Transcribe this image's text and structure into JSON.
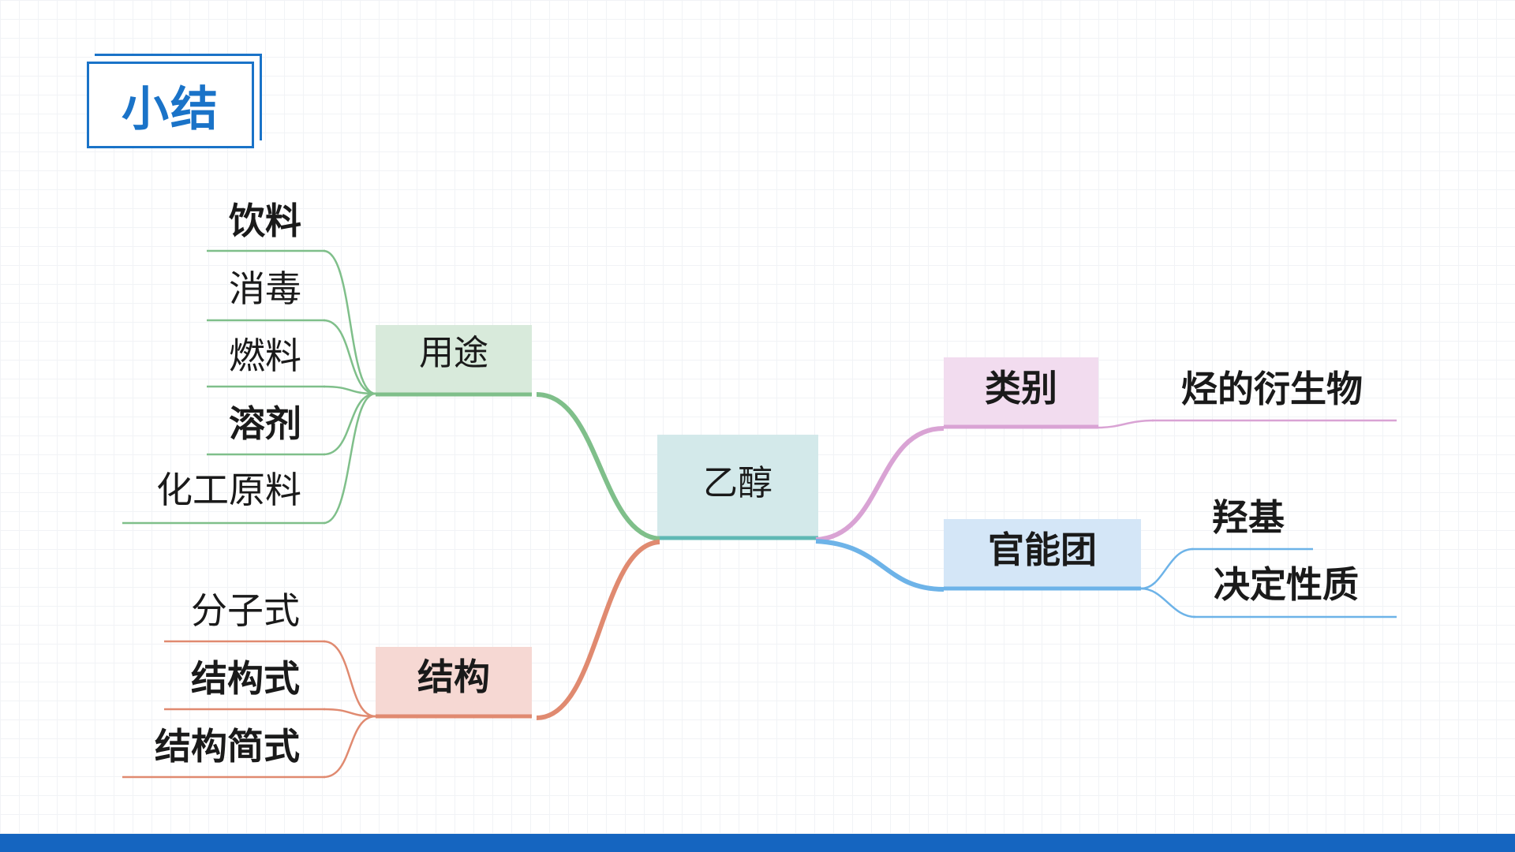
{
  "title": "小结",
  "center": {
    "label": "乙醇",
    "color": "#d3e9ea"
  },
  "branches": {
    "uses": {
      "label": "用途",
      "color": "#7fbf8a",
      "box_color": "#d8eadb",
      "items": [
        "饮料",
        "消毒",
        "燃料",
        "溶剂",
        "化工原料"
      ]
    },
    "structure": {
      "label": "结构",
      "color": "#e08a70",
      "box_color": "#f6d8d3",
      "items": [
        "分子式",
        "结构式",
        "结构简式"
      ]
    },
    "category": {
      "label": "类别",
      "color": "#d9a3d4",
      "box_color": "#f2dcef",
      "items": [
        "烃的衍生物"
      ]
    },
    "functional_group": {
      "label": "官能团",
      "color": "#6db3e8",
      "box_color": "#d4e6f7",
      "items": [
        "羟基",
        "决定性质"
      ]
    }
  },
  "bottom_bar_color": "#1565c0"
}
